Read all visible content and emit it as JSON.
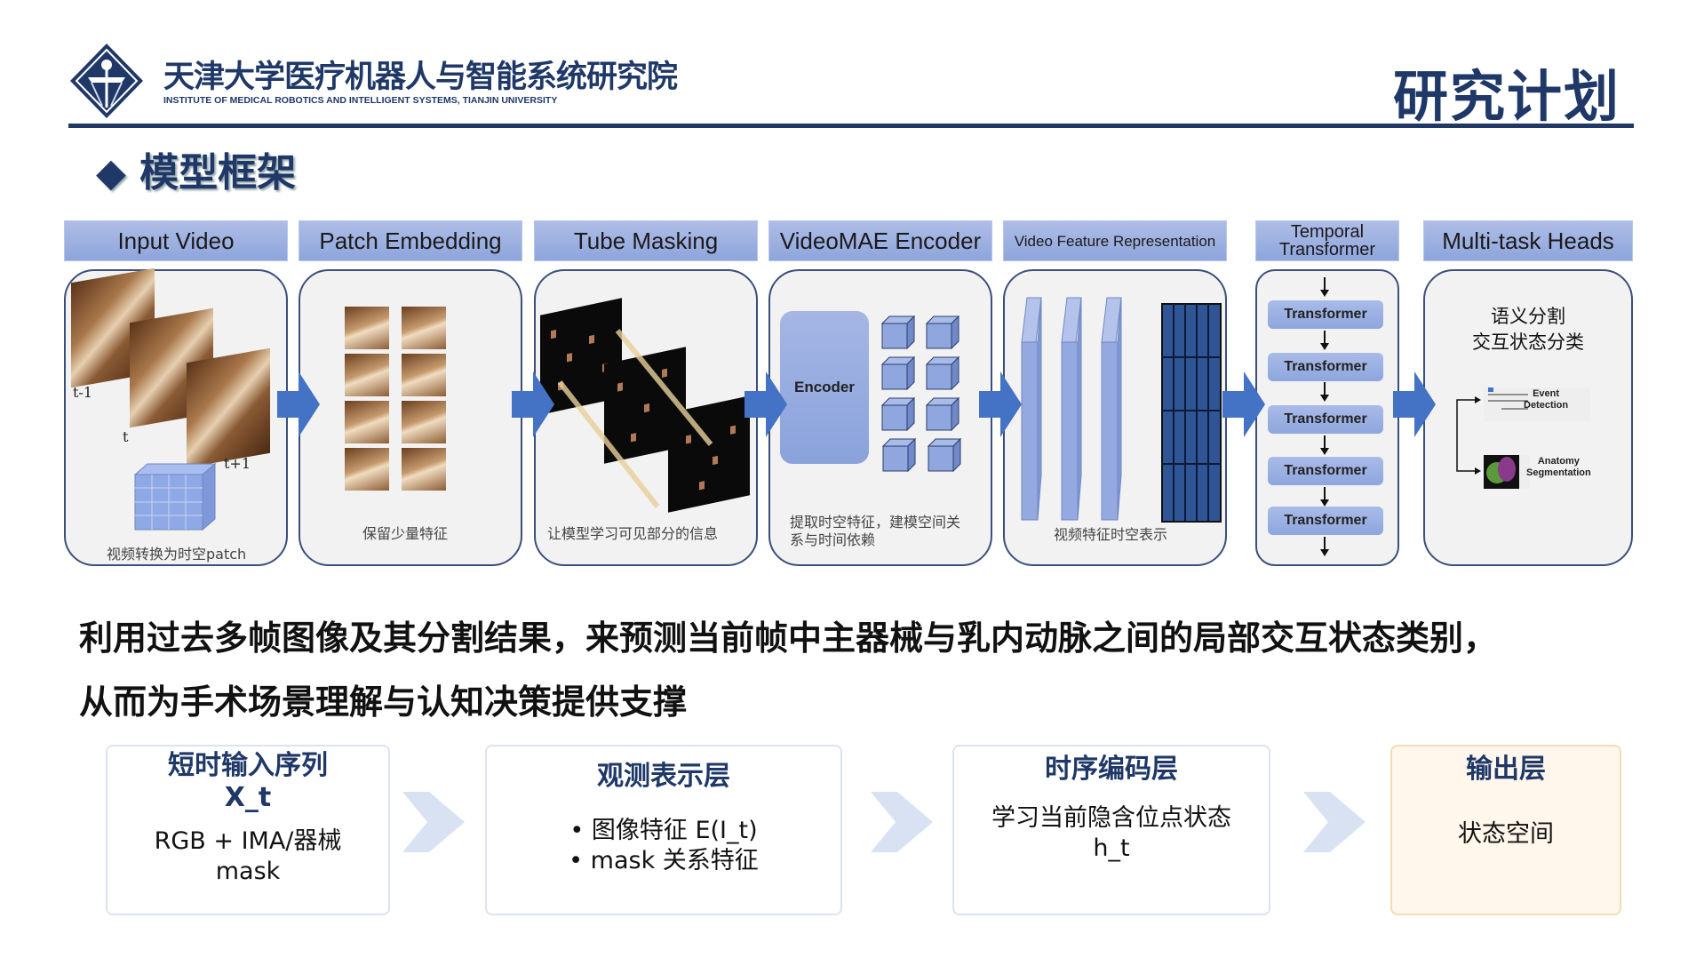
{
  "header": {
    "institute_cn": "天津大学医疗机器人与智能系统研究院",
    "institute_en": "INSTITUTE OF MEDICAL ROBOTICS AND INTELLIGENT SYSTEMS, TIANJIN UNIVERSITY",
    "page_title": "研究计划"
  },
  "section_title": "◆ 模型框架",
  "pipeline": {
    "stages": [
      {
        "label": "Input Video",
        "caption": "视频转换为时空patch"
      },
      {
        "label": "Patch Embedding",
        "caption": "保留少量特征"
      },
      {
        "label": "Tube Masking",
        "caption": "让模型学习可见部分的信息"
      },
      {
        "label": "VideoMAE Encoder",
        "caption_line1": "提取时空特征，建模空间关",
        "caption_line2": "系与时间依赖",
        "block_label": "Encoder"
      },
      {
        "label": "Video Feature Representation",
        "caption": "视频特征时空表示"
      },
      {
        "label_line1": "Temporal",
        "label_line2": "Transformer",
        "blocks": [
          "Transformer",
          "Transformer",
          "Transformer",
          "Transformer",
          "Transformer"
        ]
      },
      {
        "label": "Multi-task Heads",
        "tasks_line1": "语义分割",
        "tasks_line2": "交互状态分类",
        "head1_line1": "Event",
        "head1_line2": "Detection",
        "head2_line1": "Anatomy",
        "head2_line2": "Segmentation"
      }
    ],
    "frame_labels": [
      "t-1",
      "t",
      "t+1"
    ]
  },
  "statement": {
    "line1": "利用过去多帧图像及其分割结果，来预测当前帧中主器械与乳内动脉之间的局部交互状态类别，",
    "line2": "从而为手术场景理解与认知决策提供支撑"
  },
  "flow": [
    {
      "title": "短时输入序列",
      "title2": "X_t",
      "body1": "RGB + IMA/器械",
      "body2": "mask"
    },
    {
      "title": "观测表示层",
      "body1": "• 图像特征 E(I_t)",
      "body2": "• mask 关系特征"
    },
    {
      "title": "时序编码层",
      "body1": "学习当前隐含位点状态",
      "body2": "h_t"
    },
    {
      "title": "输出层",
      "body1": "状态空间"
    }
  ],
  "colors": {
    "navy": "#1f3868",
    "header_fill": "#9fb2e2",
    "arrow": "#4472c4",
    "output_fill": "#fff7ec"
  }
}
